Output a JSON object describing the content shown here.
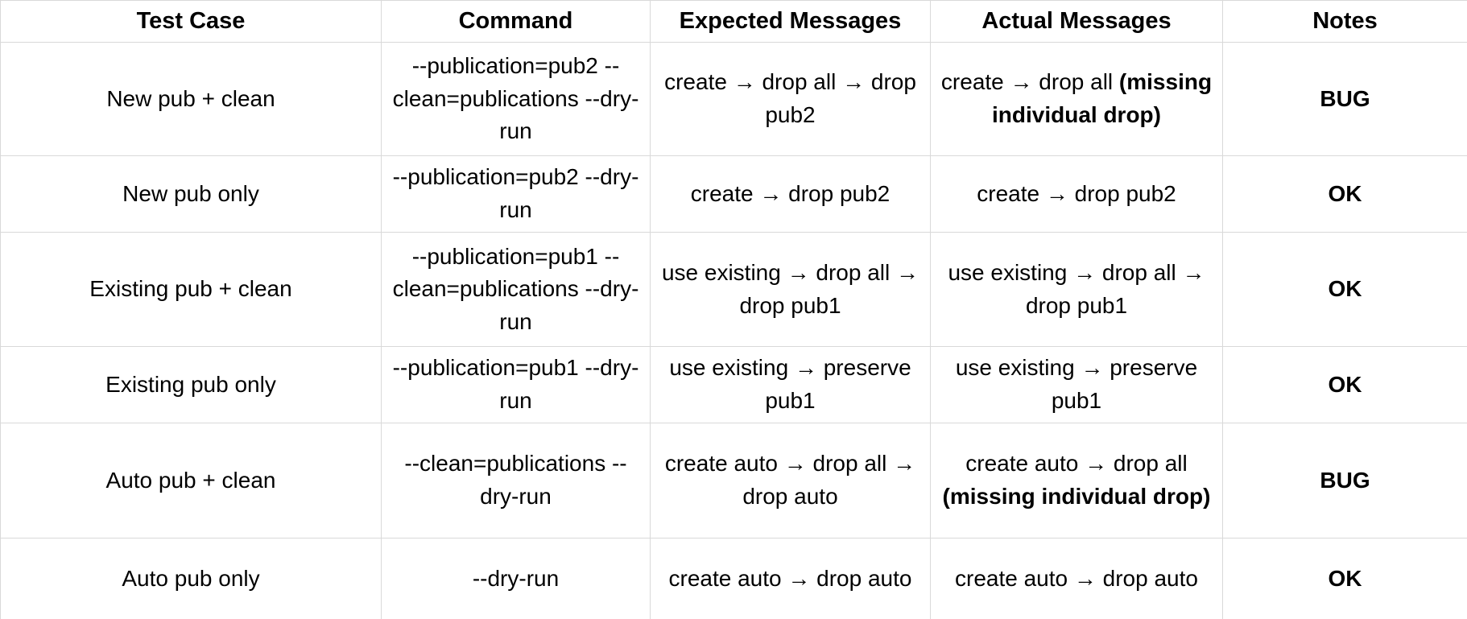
{
  "table": {
    "colors": {
      "border": "#d9d9d9",
      "text": "#000000",
      "background": "#ffffff"
    },
    "columns": [
      {
        "label": "Test Case"
      },
      {
        "label": "Command"
      },
      {
        "label": "Expected Messages"
      },
      {
        "label": "Actual Messages"
      },
      {
        "label": "Notes"
      }
    ],
    "rows": [
      {
        "test_case": "New pub + clean",
        "command": "--publication=pub2 --clean=publications --dry-run",
        "expected": "create → drop all → drop pub2",
        "actual": "create → drop all",
        "actual_note": "(missing individual drop)",
        "notes": "BUG"
      },
      {
        "test_case": "New pub only",
        "command": "--publication=pub2 --dry-run",
        "expected": "create → drop pub2",
        "actual": "create → drop pub2",
        "actual_note": "",
        "notes": "OK"
      },
      {
        "test_case": "Existing pub + clean",
        "command": "--publication=pub1 --clean=publications --dry-run",
        "expected": "use existing → drop all → drop pub1",
        "actual": "use existing → drop all → drop pub1",
        "actual_note": "",
        "notes": "OK"
      },
      {
        "test_case": "Existing pub only",
        "command": "--publication=pub1 --dry-run",
        "expected": "use existing → preserve pub1",
        "actual": "use existing → preserve pub1",
        "actual_note": "",
        "notes": "OK"
      },
      {
        "test_case": "Auto pub + clean",
        "command": "--clean=publications --dry-run",
        "expected": "create auto → drop all → drop auto",
        "actual": "create auto → drop all",
        "actual_note": "(missing individual drop)",
        "notes": "BUG"
      },
      {
        "test_case": "Auto pub only",
        "command": "--dry-run",
        "expected": "create auto → drop auto",
        "actual": "create auto → drop auto",
        "actual_note": "",
        "notes": "OK"
      }
    ]
  }
}
